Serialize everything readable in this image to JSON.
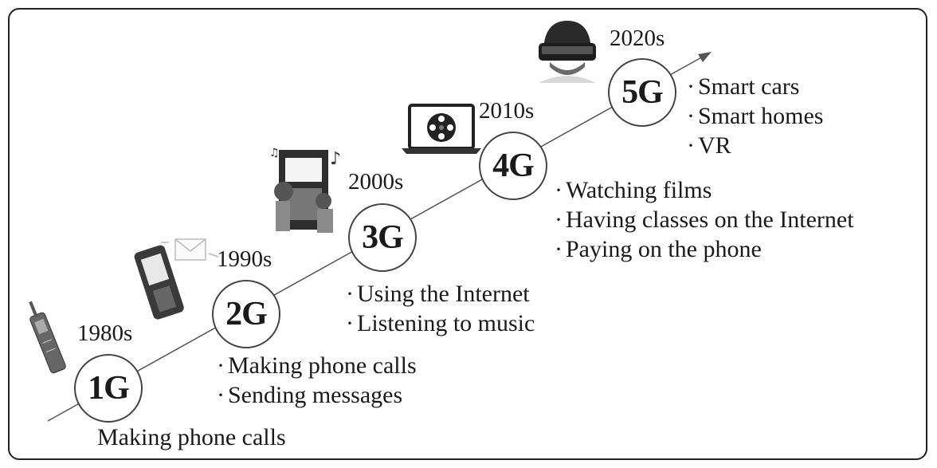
{
  "stages": [
    {
      "gen": "1G",
      "year": "1980s",
      "note": "Making phone calls",
      "bullets": []
    },
    {
      "gen": "2G",
      "year": "1990s",
      "bullets": [
        "Making phone calls",
        "Sending messages"
      ]
    },
    {
      "gen": "3G",
      "year": "2000s",
      "bullets": [
        "Using the Internet",
        "Listening to music"
      ]
    },
    {
      "gen": "4G",
      "year": "2010s",
      "bullets": [
        "Watching films",
        "Having classes on the Internet",
        "Paying on the phone"
      ]
    },
    {
      "gen": "5G",
      "year": "2020s",
      "bullets": [
        "Smart cars",
        "Smart homes",
        "VR"
      ]
    }
  ],
  "icons": [
    "brick-phone-icon",
    "flip-phone-icon",
    "music-video-icon",
    "laptop-film-icon",
    "vr-headset-icon"
  ]
}
